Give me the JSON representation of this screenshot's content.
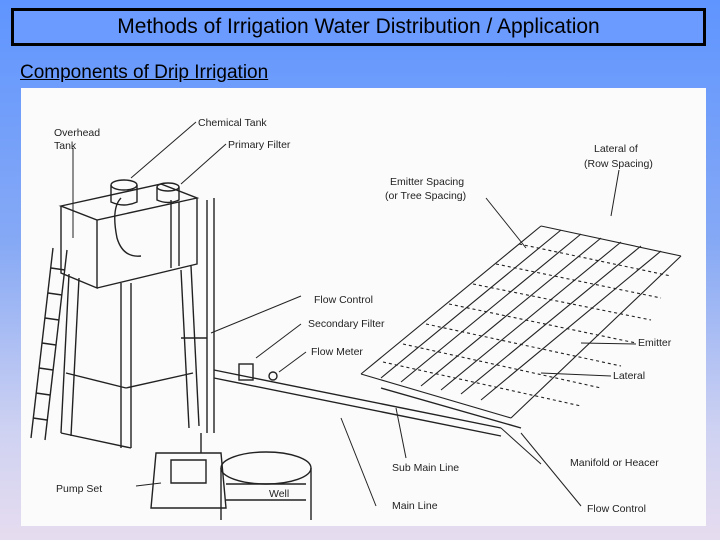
{
  "header": {
    "title": "Methods of Irrigation Water Distribution / Application"
  },
  "subtitle": "Components of Drip Irrigation",
  "diagram": {
    "labels": {
      "overhead_tank_1": "Overhead",
      "overhead_tank_2": "Tank",
      "chemical_tank": "Chemical Tank",
      "primary_filter": "Primary Filter",
      "emitter_spacing_1": "Emitter Spacing",
      "emitter_spacing_2": "(or Tree Spacing)",
      "lateral_of_1": "Lateral of",
      "lateral_of_2": "(Row Spacing)",
      "flow_control_top": "Flow Control",
      "secondary_filter": "Secondary Filter",
      "flow_meter": "Flow Meter",
      "emitter": "Emitter",
      "lateral": "Lateral",
      "sub_main_line": "Sub Main Line",
      "manifold_or_header": "Manifold or Heacer",
      "pump_set": "Pump Set",
      "well": "Well",
      "main_line": "Main Line",
      "flow_control_bottom": "Flow Control"
    }
  }
}
